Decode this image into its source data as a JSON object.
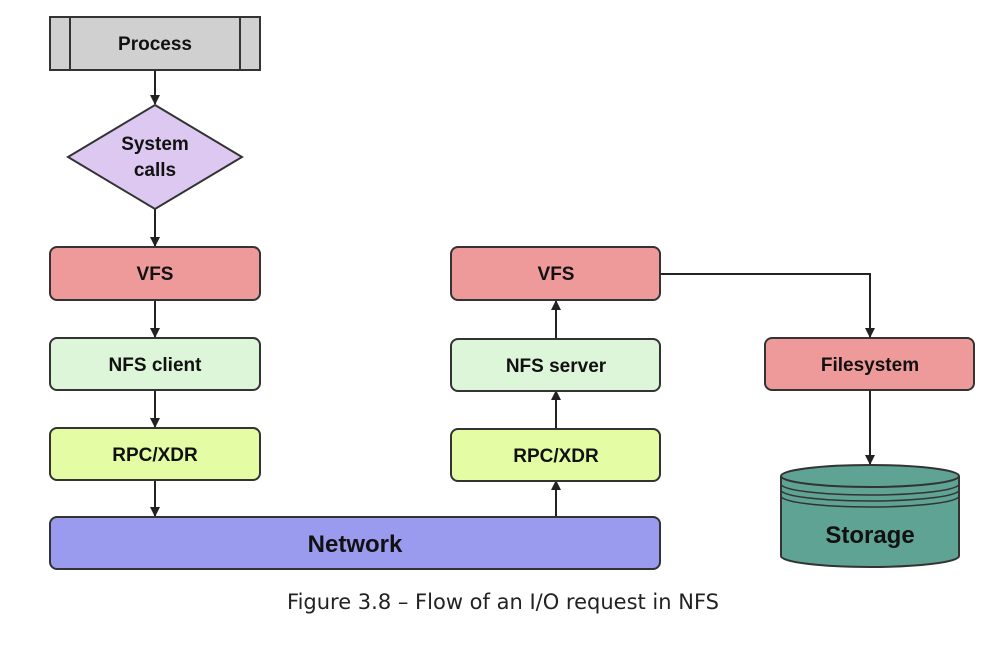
{
  "diagram": {
    "nodes": {
      "process": {
        "label": "Process",
        "shape": "predefined-process",
        "color": "#d0d0d0"
      },
      "syscalls": {
        "label_lines": [
          "System",
          "calls"
        ],
        "shape": "diamond",
        "color": "#dcc8f0"
      },
      "vfs_client": {
        "label": "VFS",
        "shape": "rounded-rect",
        "color": "#ee9a9a"
      },
      "nfs_client": {
        "label": "NFS client",
        "shape": "rounded-rect",
        "color": "#ddf5d9"
      },
      "rpc_client": {
        "label": "RPC/XDR",
        "shape": "rounded-rect",
        "color": "#e4fca4"
      },
      "network": {
        "label": "Network",
        "shape": "rounded-rect",
        "color": "#9a9aee"
      },
      "rpc_server": {
        "label": "RPC/XDR",
        "shape": "rounded-rect",
        "color": "#e4fca4"
      },
      "nfs_server": {
        "label": "NFS server",
        "shape": "rounded-rect",
        "color": "#ddf5d9"
      },
      "vfs_server": {
        "label": "VFS",
        "shape": "rounded-rect",
        "color": "#ee9a9a"
      },
      "filesystem": {
        "label": "Filesystem",
        "shape": "rounded-rect",
        "color": "#ee9a9a"
      },
      "storage": {
        "label": "Storage",
        "shape": "cylinder",
        "color": "#5ea394"
      }
    },
    "edges": [
      {
        "from": "process",
        "to": "syscalls"
      },
      {
        "from": "syscalls",
        "to": "vfs_client"
      },
      {
        "from": "vfs_client",
        "to": "nfs_client"
      },
      {
        "from": "nfs_client",
        "to": "rpc_client"
      },
      {
        "from": "rpc_client",
        "to": "network"
      },
      {
        "from": "network",
        "to": "rpc_server"
      },
      {
        "from": "rpc_server",
        "to": "nfs_server"
      },
      {
        "from": "nfs_server",
        "to": "vfs_server"
      },
      {
        "from": "vfs_server",
        "to": "filesystem"
      },
      {
        "from": "filesystem",
        "to": "storage"
      }
    ],
    "stroke_color": "#222222"
  },
  "caption": "Figure 3.8 – Flow of an I/O request in NFS"
}
